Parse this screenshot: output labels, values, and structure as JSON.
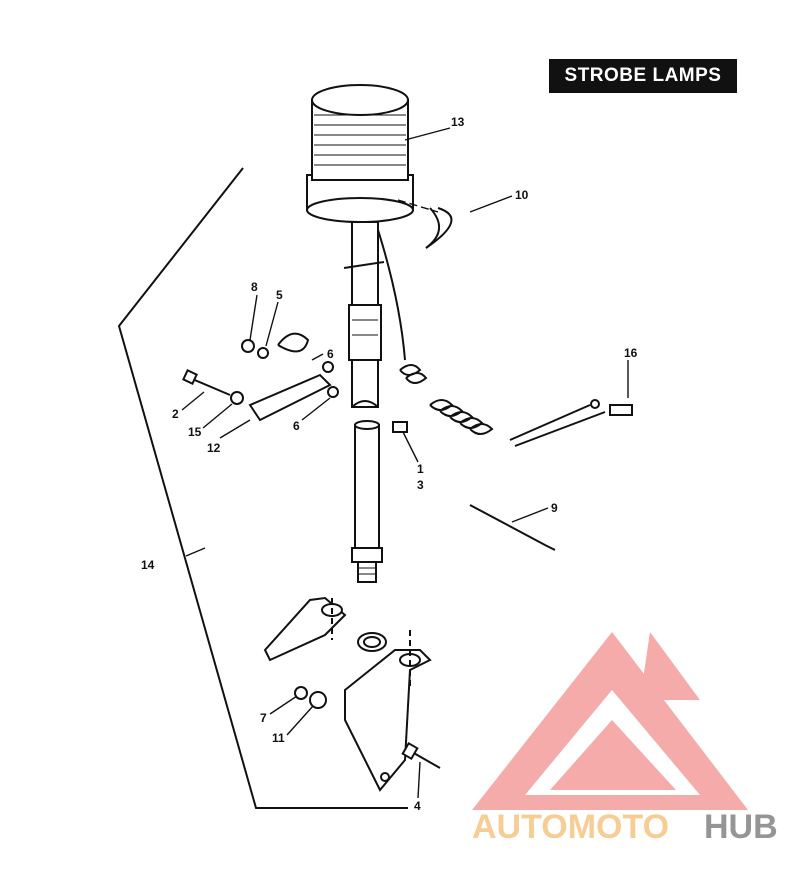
{
  "title": "STROBE LAMPS",
  "callouts": {
    "c1": "1",
    "c2": "2",
    "c3": "3",
    "c4": "4",
    "c5": "5",
    "c6a": "6",
    "c6b": "6",
    "c7": "7",
    "c8": "8",
    "c9": "9",
    "c10": "10",
    "c11": "11",
    "c12": "12",
    "c13": "13",
    "c14": "14",
    "c15": "15",
    "c16": "16"
  },
  "watermark": {
    "part1": "AUTOMOTO",
    "part2": "HUB",
    "colors": {
      "primary": "#f4a3a0",
      "secondary": "#f6c98a",
      "dark": "#8a8a8a"
    }
  }
}
